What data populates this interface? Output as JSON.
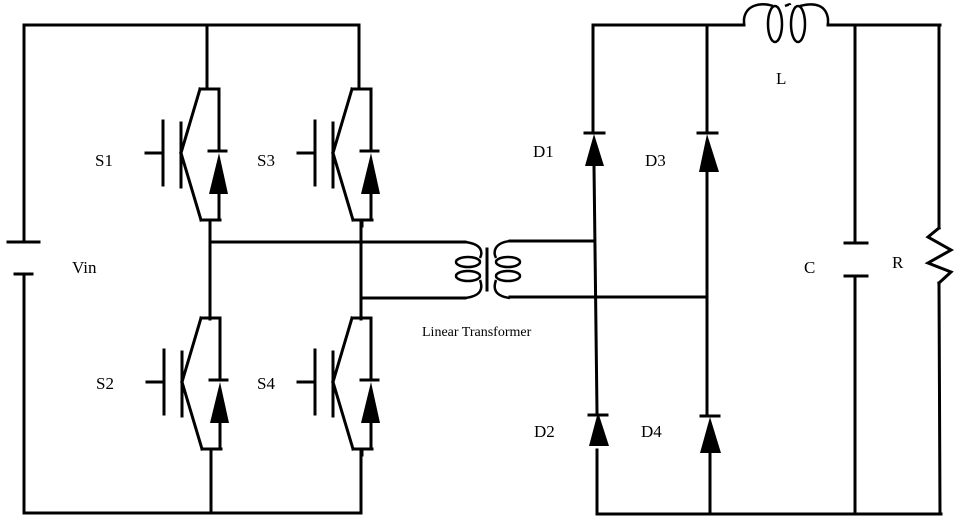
{
  "labels": {
    "vin": "Vin",
    "s1": "S1",
    "s2": "S2",
    "s3": "S3",
    "s4": "S4",
    "transformer": "Linear Transformer",
    "d1": "D1",
    "d2": "D2",
    "d3": "D3",
    "d4": "D4",
    "inductor": "L",
    "capacitor": "C",
    "resistor": "R"
  },
  "components": [
    {
      "id": "Vin",
      "type": "dc-source"
    },
    {
      "id": "S1",
      "type": "igbt-with-antiparallel-diode",
      "position": "upper-left"
    },
    {
      "id": "S3",
      "type": "igbt-with-antiparallel-diode",
      "position": "upper-right"
    },
    {
      "id": "S2",
      "type": "igbt-with-antiparallel-diode",
      "position": "lower-left"
    },
    {
      "id": "S4",
      "type": "igbt-with-antiparallel-diode",
      "position": "lower-right"
    },
    {
      "id": "T",
      "type": "transformer"
    },
    {
      "id": "D1",
      "type": "diode"
    },
    {
      "id": "D2",
      "type": "diode"
    },
    {
      "id": "D3",
      "type": "diode"
    },
    {
      "id": "D4",
      "type": "diode"
    },
    {
      "id": "L",
      "type": "inductor"
    },
    {
      "id": "C",
      "type": "capacitor"
    },
    {
      "id": "R",
      "type": "resistor"
    }
  ]
}
